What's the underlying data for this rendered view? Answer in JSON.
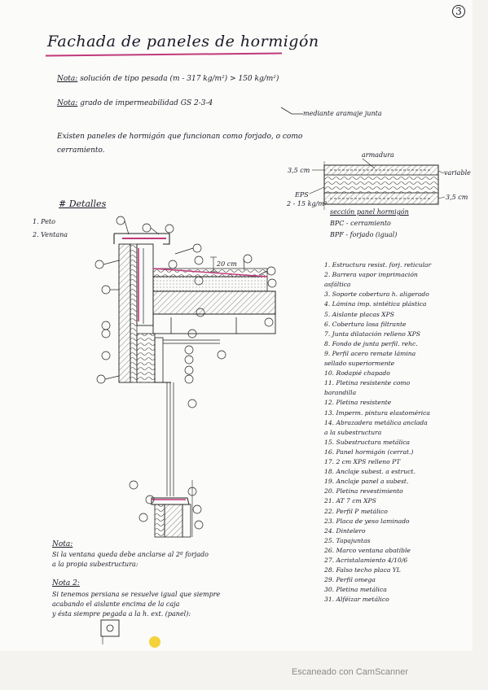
{
  "page_number": "3",
  "title": "Fachada de paneles de hormigón",
  "notes": {
    "note1_label": "Nota:",
    "note1_text": "solución de tipo pesada  (m - 317 kg/m²) > 150 kg/m²)",
    "note2_label": "Nota:",
    "note2_text": "grado de impermeabilidad  GS 2-3-4",
    "note2_aside": "mediante aramaje junta",
    "intro_line1": "Existen paneles de hormigón que funcionan como forjado, o como",
    "intro_line2": "cerramiento."
  },
  "section_sketch": {
    "top_label": "armadura",
    "left_label_1": "3,5 cm",
    "left_label_2": "EPS",
    "left_label_3": "2 - 15 kg/m³",
    "right_label_1": "variable",
    "right_label_2": "3,5 cm",
    "caption": "sección panel hormigón",
    "bpc": "BPC - cerramiento",
    "bpf": "BPF - forjado (igual)"
  },
  "details": {
    "heading": "# Detalles",
    "item1": "1. Peto",
    "item2": "2. Ventana",
    "dim": "20 cm"
  },
  "legend": [
    "1. Estructura resist. forj. reticular",
    "2. Barrera vapor imprimación",
    "   asfáltica",
    "3. Soporte cobertura h. aligerado",
    "4. Lámina imp. sintética plástica",
    "5. Aislante placas XPS",
    "6. Cobertura losa filtrante",
    "7. Junta dilatación relleno XPS",
    "8. Fondo de junta perfil. rehc.",
    "9. Perfil acero remate lámina",
    "   sellado superiormente",
    "10. Rodapié chapado",
    "11. Pletina resistente como",
    "    barandilla",
    "12. Pletina resistente",
    "13. Imperm. pintura elastomérica",
    "14. Abrazadera metálica anclada",
    "    a la subestructura",
    "15. Subestructura metálica",
    "16. Panel hormigón (cerrat.)",
    "17. 2 cm XPS relleno PT",
    "18. Anclaje subest. a estruct.",
    "19. Anclaje panel a subest.",
    "20. Pletina revestimiento",
    "21. AT 7 cm XPS",
    "22. Perfil P metálico",
    "23. Placa de yeso laminado",
    "24. Dintelero",
    "25. Tapajuntas",
    "26. Marco ventana abatible",
    "27. Acristalamiento 4/10/6",
    "28. Falso techo placa YL",
    "29. Perfil omega",
    "30. Pletina metálica",
    "31. Alféizar metálico"
  ],
  "bottom_notes": {
    "nota1_label": "Nota:",
    "nota1_line1": "Si la ventana queda debe anclarse al 2º forjado",
    "nota1_line2": "a la propia subestructura:",
    "nota2_label": "Nota 2:",
    "nota2_line1": "Si tenemos persiana se resuelve igual que siempre",
    "nota2_line2": "acabando el aislante encima de la caja",
    "nota2_line3": "y ésta siempre pegada a la h. ext. (panel):"
  },
  "footer": "Escaneado con CamScanner",
  "colors": {
    "ink": "#1c1c2a",
    "accent": "#c0397a",
    "highlight": "#f4d23a"
  }
}
